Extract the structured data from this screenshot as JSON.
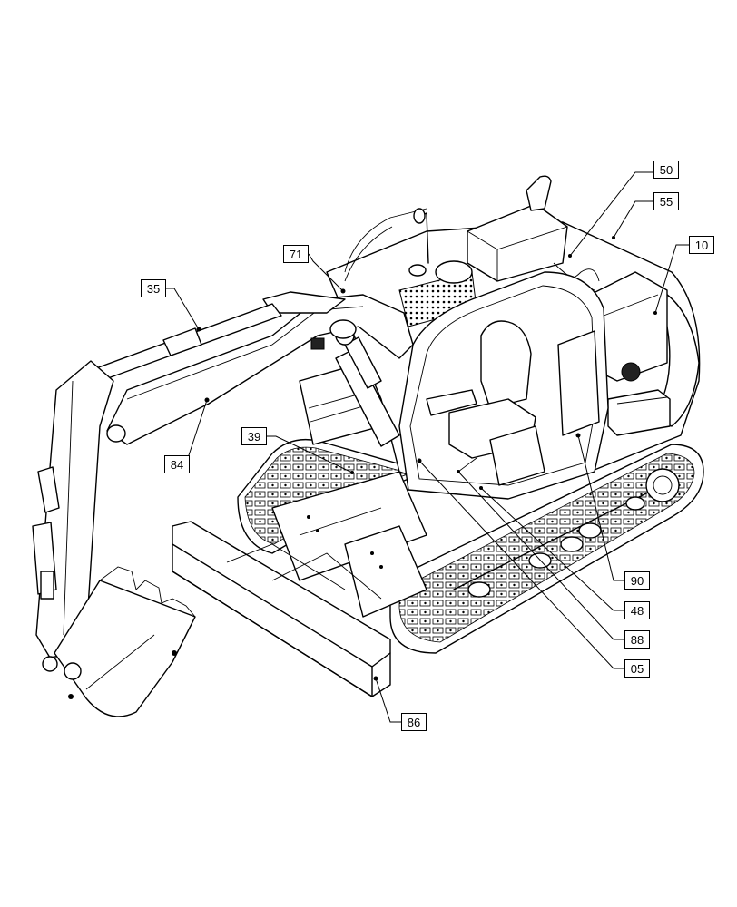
{
  "callouts": [
    {
      "label": "50"
    },
    {
      "label": "55"
    },
    {
      "label": "10"
    },
    {
      "label": "71"
    },
    {
      "label": "35"
    },
    {
      "label": "84"
    },
    {
      "label": "39"
    },
    {
      "label": "90"
    },
    {
      "label": "48"
    },
    {
      "label": "88"
    },
    {
      "label": "05"
    },
    {
      "label": "86"
    }
  ]
}
